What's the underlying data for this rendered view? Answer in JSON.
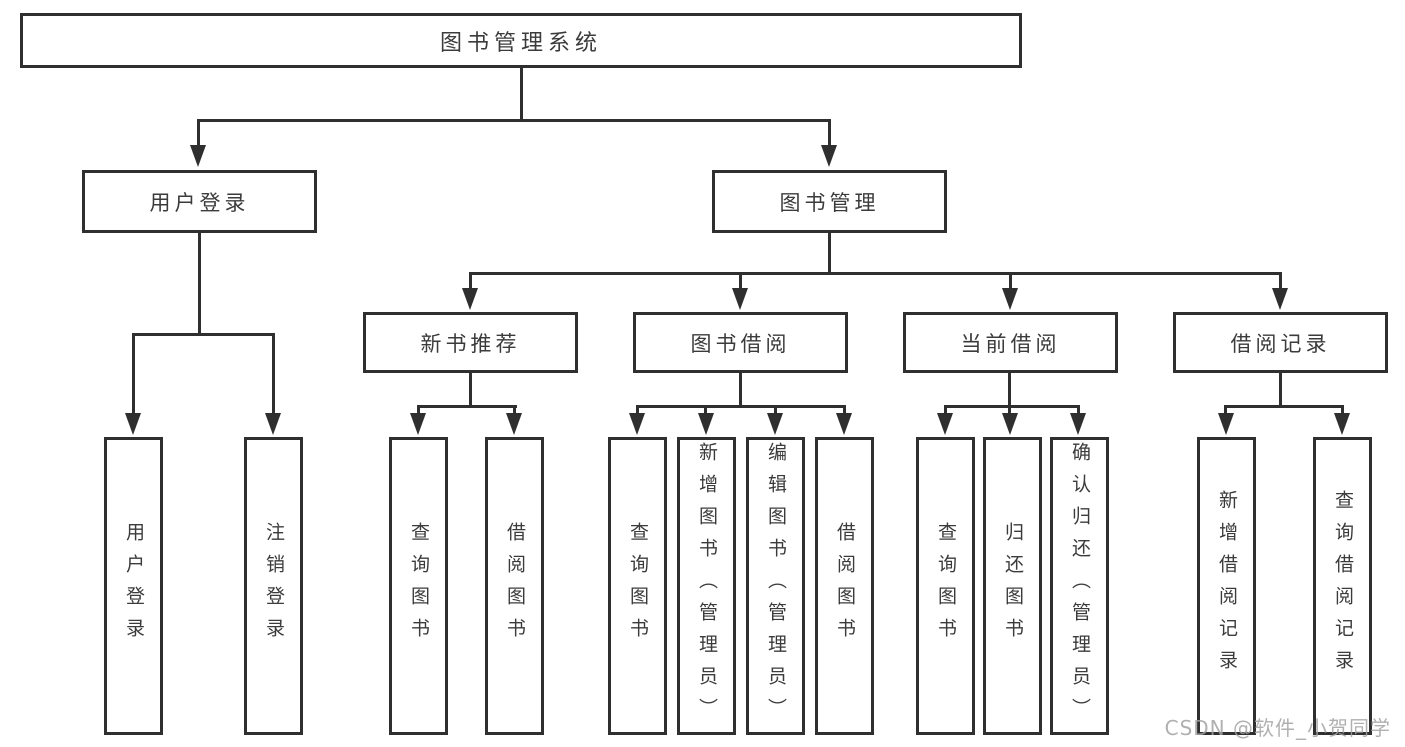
{
  "diagram": {
    "root": {
      "label": "图书管理系统"
    },
    "level2": [
      {
        "label": "用户登录"
      },
      {
        "label": "图书管理"
      }
    ],
    "level3": [
      {
        "label": "新书推荐"
      },
      {
        "label": "图书借阅"
      },
      {
        "label": "当前借阅"
      },
      {
        "label": "借阅记录"
      }
    ],
    "leaves": {
      "user": [
        "用户登录",
        "注销登录"
      ],
      "recommend": [
        "查询图书",
        "借阅图书"
      ],
      "borrow": [
        "查询图书",
        "新增图书（管理员）",
        "编辑图书（管理员）",
        "借阅图书"
      ],
      "current": [
        "查询图书",
        "归还图书",
        "确认归还（管理员）"
      ],
      "records": [
        "新增借阅记录",
        "查询借阅记录"
      ]
    }
  },
  "watermark": {
    "text": "CSDN @软件_小贺同学"
  },
  "colors": {
    "line": "#2f2f2f",
    "text": "#3b3b3b",
    "watermark": "#a3a3a3",
    "background": "#ffffff"
  }
}
